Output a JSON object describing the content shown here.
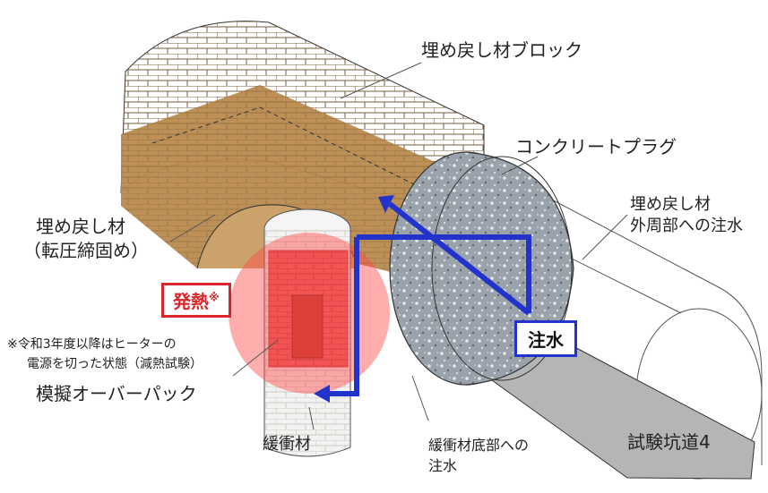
{
  "labels": {
    "backfill_block": "埋め戻し材ブロック",
    "concrete_plug": "コンクリートプラグ",
    "backfill_outer_injection_line1": "埋め戻し材",
    "backfill_outer_injection_line2": "外周部への注水",
    "backfill_compacted_line1": "埋め戻し材",
    "backfill_compacted_line2": "（転圧締固め）",
    "heating": "発熱",
    "heating_mark": "※",
    "note_line1": "※令和3年度以降はヒーターの",
    "note_line2": "電源を切った状態（減熱試験）",
    "simulated_overpack": "模擬オーバーパック",
    "buffer_material": "緩衝材",
    "buffer_bottom_injection_line1": "緩衝材底部への",
    "buffer_bottom_injection_line2": "注水",
    "water_injection": "注水",
    "test_tunnel": "試験坑道4"
  },
  "colors": {
    "heat_red": "#d9262b",
    "water_blue": "#2233cc",
    "backfill_brown": "#b98a4e",
    "concrete_gray": "#9aa3ab"
  }
}
